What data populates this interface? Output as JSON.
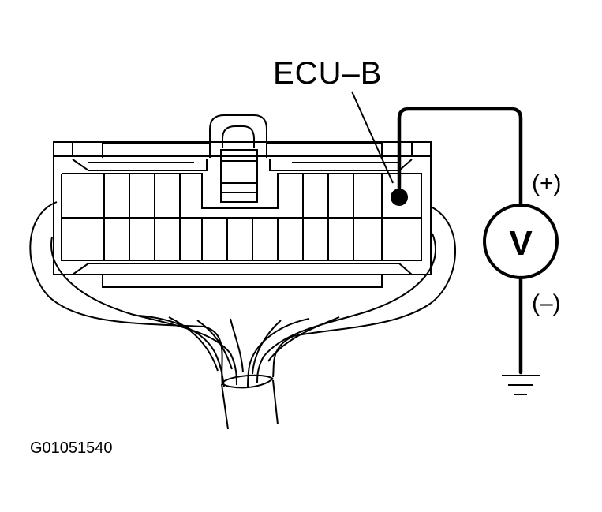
{
  "diagram": {
    "terminal_label": "ECU–B",
    "polarity_positive": "(+)",
    "polarity_negative": "(–)",
    "meter_symbol": "V",
    "figure_code": "G01051540"
  },
  "icons": {
    "meter": "voltmeter-icon",
    "ground": "ground-symbol-icon"
  },
  "colors": {
    "line": "#000000",
    "background": "#ffffff"
  }
}
